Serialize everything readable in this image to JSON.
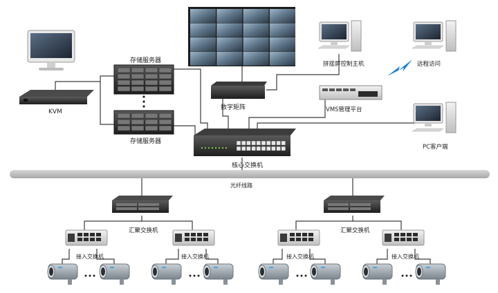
{
  "labels": {
    "storage_top": "存储服务器",
    "storage_bottom": "存储服务器",
    "kvm": "KVM",
    "digital_matrix": "数字矩阵",
    "splice_host": "拼接屏控制主机",
    "remote_access": "远程访问",
    "vms_platform": "VMS管理平台",
    "pc_client": "PC客户端",
    "core_switch": "核心交换机",
    "fiber_line": "光纤线路",
    "aggregation_left": "汇聚交换机",
    "aggregation_right": "汇聚交换机",
    "access_1": "接入交换机",
    "access_2": "接入交换机",
    "access_3": "接入交换机",
    "access_4": "接入交换机"
  },
  "ellipsis": "● ● ●",
  "colors": {
    "line": "#3a3a3a",
    "backbone": "#bdbdbd",
    "device_dark": "#2b2b2b",
    "device_silver": "#d9d9d9",
    "lightning": "#1f7fd0",
    "camera_body": "#9aa3ab"
  }
}
